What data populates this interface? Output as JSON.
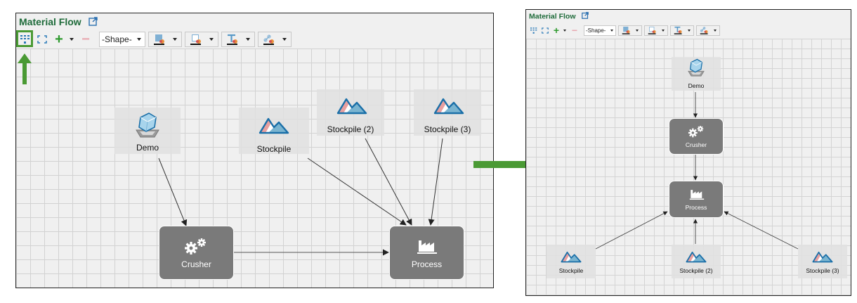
{
  "left_panel": {
    "title": "Material Flow",
    "toolbar": {
      "auto_layout": "auto-layout-icon",
      "fit": "fit-to-screen-icon",
      "add": "+",
      "remove": "−",
      "shape_select": "-Shape-",
      "fill_color": "fill-color-icon",
      "line_color": "line-color-icon",
      "text_color": "text-color-icon",
      "connector_color": "connector-color-icon"
    },
    "nodes": [
      {
        "id": "demo",
        "label": "Demo",
        "type": "source",
        "icon": "mine-cube-icon"
      },
      {
        "id": "stockpile",
        "label": "Stockpile",
        "type": "stockpile",
        "icon": "stockpile-icon"
      },
      {
        "id": "stockpile2",
        "label": "Stockpile (2)",
        "type": "stockpile",
        "icon": "stockpile-icon"
      },
      {
        "id": "stockpile3",
        "label": "Stockpile (3)",
        "type": "stockpile",
        "icon": "stockpile-icon"
      },
      {
        "id": "crusher",
        "label": "Crusher",
        "type": "process",
        "icon": "gears-icon"
      },
      {
        "id": "process",
        "label": "Process",
        "type": "process",
        "icon": "factory-icon"
      }
    ],
    "edges": [
      {
        "from": "demo",
        "to": "crusher"
      },
      {
        "from": "crusher",
        "to": "process"
      },
      {
        "from": "stockpile",
        "to": "process"
      },
      {
        "from": "stockpile2",
        "to": "process"
      },
      {
        "from": "stockpile3",
        "to": "process"
      }
    ]
  },
  "right_panel": {
    "title": "Material Flow",
    "toolbar": {
      "shape_select": "-Shape-"
    },
    "nodes": [
      {
        "id": "demo",
        "label": "Demo"
      },
      {
        "id": "crusher",
        "label": "Crusher"
      },
      {
        "id": "process",
        "label": "Process"
      },
      {
        "id": "stockpile",
        "label": "Stockpile"
      },
      {
        "id": "stockpile2",
        "label": "Stockpile (2)"
      },
      {
        "id": "stockpile3",
        "label": "Stockpile (3)"
      }
    ]
  },
  "annotations": {
    "highlight_target": "auto-layout-button",
    "arrow_meaning": "before-after"
  },
  "colors": {
    "title_green": "#1e6b3a",
    "annotation_green": "#4a9a34",
    "process_node": "#7a7a7a",
    "add_green": "#2e9a2e",
    "remove_pink": "#e8a8b0"
  }
}
